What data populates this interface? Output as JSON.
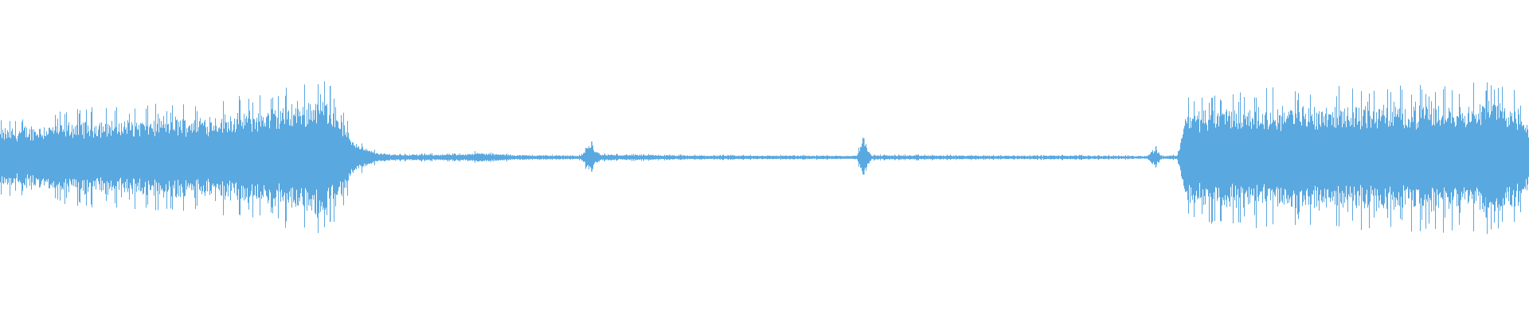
{
  "waveform": {
    "color": "#5aa8e0",
    "envelope": [
      [
        0,
        0.18
      ],
      [
        2,
        0.2
      ],
      [
        4,
        0.22
      ],
      [
        6,
        0.24
      ],
      [
        8,
        0.24
      ],
      [
        10,
        0.25
      ],
      [
        12,
        0.26
      ],
      [
        14,
        0.27
      ],
      [
        16,
        0.29
      ],
      [
        18,
        0.32
      ],
      [
        20,
        0.36
      ],
      [
        21,
        0.4
      ],
      [
        22,
        0.32
      ],
      [
        23,
        0.12
      ],
      [
        24,
        0.05
      ],
      [
        25,
        0.025
      ],
      [
        26,
        0.02
      ],
      [
        30,
        0.02
      ],
      [
        31,
        0.03
      ],
      [
        34,
        0.015
      ],
      [
        38,
        0.013
      ],
      [
        38.5,
        0.09
      ],
      [
        39.2,
        0.02
      ],
      [
        45,
        0.013
      ],
      [
        56,
        0.012
      ],
      [
        56.4,
        0.12
      ],
      [
        57,
        0.015
      ],
      [
        65,
        0.012
      ],
      [
        70,
        0.013
      ],
      [
        75,
        0.01
      ],
      [
        75.5,
        0.06
      ],
      [
        76,
        0.01
      ],
      [
        77,
        0.015
      ],
      [
        77.5,
        0.3
      ],
      [
        80,
        0.32
      ],
      [
        85,
        0.33
      ],
      [
        90,
        0.34
      ],
      [
        95,
        0.35
      ],
      [
        98,
        0.38
      ],
      [
        99,
        0.33
      ],
      [
        100,
        0.22
      ]
    ],
    "spikes": [
      {
        "x": 21.6,
        "amp": 0.45
      },
      {
        "x": 38.7,
        "amp": 0.1
      },
      {
        "x": 56.5,
        "amp": 0.12
      },
      {
        "x": 75.6,
        "amp": 0.07
      },
      {
        "x": 97.2,
        "amp": 0.42
      }
    ]
  }
}
